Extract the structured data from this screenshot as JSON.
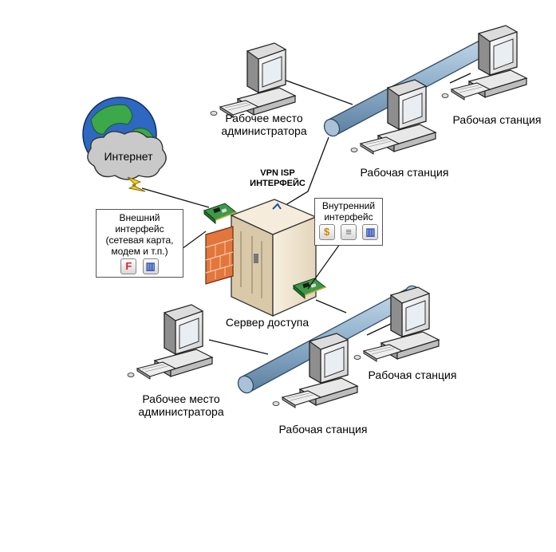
{
  "labels": {
    "admin_top_line1": "Рабочее место",
    "admin_top_line2": "администратора",
    "ws_top_right": "Рабочая станция",
    "ws_top_mid": "Рабочая станция",
    "internet": "Интернет",
    "vpn_line1": "VPN ISP",
    "vpn_line2": "ИНТЕРФЕЙС",
    "server": "Сервер доступа",
    "ws_bottom_right": "Рабочая станция",
    "admin_bottom_line1": "Рабочее место",
    "admin_bottom_line2": "администратора",
    "ws_bottom_mid": "Рабочая станция"
  },
  "external_callout": {
    "line1": "Внешний",
    "line2": "интерфейс",
    "line3": "(сетевая карта,",
    "line4": "модем и т.п.)",
    "icons": [
      "firewall-icon",
      "bar-chart-icon"
    ]
  },
  "internal_callout": {
    "line1": "Внутренний",
    "line2": "интерфейс",
    "icons": [
      "dollar-icon",
      "database-icon",
      "bar-chart-icon"
    ]
  },
  "colors": {
    "bus": "#8fb0cc",
    "bus_edge": "#2f4a63",
    "server_body": "#efe4cf",
    "nic_green": "#3c9a46",
    "globe_sea": "#2f68c0",
    "globe_land": "#3ba84a",
    "brick": "#e2763c"
  }
}
